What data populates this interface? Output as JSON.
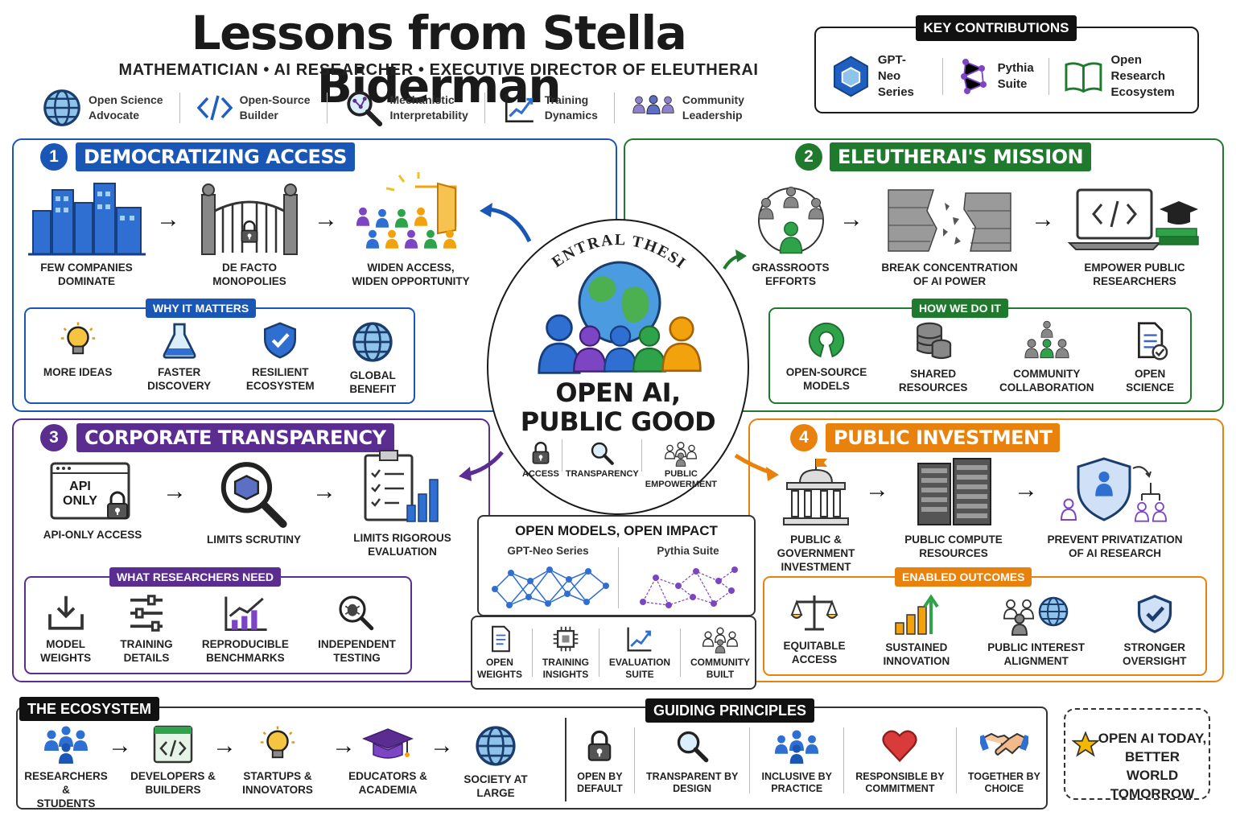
{
  "header": {
    "title": "Lessons from Stella Biderman",
    "subtitle": "MATHEMATICIAN • AI RESEARCHER • EXECUTIVE DIRECTOR OF ELEUTHERAI",
    "roles": [
      {
        "l1": "Open Science",
        "l2": "Advocate",
        "icon": "globe-icon"
      },
      {
        "l1": "Open-Source",
        "l2": "Builder",
        "icon": "code-icon"
      },
      {
        "l1": "Mechanistic",
        "l2": "Interpretability",
        "icon": "magnifier-network-icon"
      },
      {
        "l1": "Training",
        "l2": "Dynamics",
        "icon": "line-chart-icon"
      },
      {
        "l1": "Community",
        "l2": "Leadership",
        "icon": "people-icon"
      }
    ]
  },
  "key": {
    "title": "KEY CONTRIBUTIONS",
    "items": [
      {
        "l1": "GPT-Neo",
        "l2": "Series",
        "icon": "hexagon-cube-icon"
      },
      {
        "l1": "Pythia",
        "l2": "Suite",
        "icon": "network-graph-icon"
      },
      {
        "l1": "Open Research",
        "l2": "Ecosystem",
        "icon": "open-book-icon"
      }
    ]
  },
  "colors": {
    "blue": "#1a56b5",
    "green": "#1f7a2e",
    "purple": "#5b2d91",
    "orange": "#e8820c"
  },
  "p1": {
    "num": "1",
    "title": "DEMOCRATIZING ACCESS",
    "flow": [
      {
        "l1": "FEW COMPANIES",
        "l2": "DOMINATE"
      },
      {
        "l1": "DE FACTO",
        "l2": "MONOPOLIES"
      },
      {
        "l1": "WIDEN ACCESS,",
        "l2": "WIDEN OPPORTUNITY"
      }
    ],
    "subtitle": "WHY IT MATTERS",
    "items": [
      {
        "l1": "MORE IDEAS",
        "l2": ""
      },
      {
        "l1": "FASTER",
        "l2": "DISCOVERY"
      },
      {
        "l1": "RESILIENT",
        "l2": "ECOSYSTEM"
      },
      {
        "l1": "GLOBAL",
        "l2": "BENEFIT"
      }
    ]
  },
  "p2": {
    "num": "2",
    "title": "ELEUTHERAI'S MISSION",
    "flow": [
      {
        "l1": "GRASSROOTS",
        "l2": "EFFORTS"
      },
      {
        "l1": "BREAK CONCENTRATION",
        "l2": "OF AI POWER"
      },
      {
        "l1": "EMPOWER PUBLIC",
        "l2": "RESEARCHERS"
      }
    ],
    "subtitle": "HOW WE DO IT",
    "items": [
      {
        "l1": "OPEN-SOURCE",
        "l2": "MODELS"
      },
      {
        "l1": "SHARED",
        "l2": "RESOURCES"
      },
      {
        "l1": "COMMUNITY",
        "l2": "COLLABORATION"
      },
      {
        "l1": "OPEN",
        "l2": "SCIENCE"
      }
    ]
  },
  "p3": {
    "num": "3",
    "title": "CORPORATE TRANSPARENCY",
    "api_l1": "API",
    "api_l2": "ONLY",
    "flow": [
      {
        "l1": "API-ONLY ACCESS",
        "l2": ""
      },
      {
        "l1": "LIMITS SCRUTINY",
        "l2": ""
      },
      {
        "l1": "LIMITS RIGOROUS",
        "l2": "EVALUATION"
      }
    ],
    "subtitle": "WHAT RESEARCHERS NEED",
    "items": [
      {
        "l1": "MODEL",
        "l2": "WEIGHTS"
      },
      {
        "l1": "TRAINING",
        "l2": "DETAILS"
      },
      {
        "l1": "REPRODUCIBLE",
        "l2": "BENCHMARKS"
      },
      {
        "l1": "INDEPENDENT",
        "l2": "TESTING"
      }
    ]
  },
  "p4": {
    "num": "4",
    "title": "PUBLIC INVESTMENT",
    "flow": [
      {
        "l1": "PUBLIC & GOVERNMENT",
        "l2": "INVESTMENT"
      },
      {
        "l1": "PUBLIC COMPUTE",
        "l2": "RESOURCES"
      },
      {
        "l1": "PREVENT PRIVATIZATION",
        "l2": "OF AI RESEARCH"
      }
    ],
    "subtitle": "ENABLED OUTCOMES",
    "items": [
      {
        "l1": "EQUITABLE",
        "l2": "ACCESS"
      },
      {
        "l1": "SUSTAINED",
        "l2": "INNOVATION"
      },
      {
        "l1": "PUBLIC INTEREST",
        "l2": "ALIGNMENT"
      },
      {
        "l1": "STRONGER",
        "l2": "OVERSIGHT"
      }
    ]
  },
  "center": {
    "arc": "CENTRAL THESIS",
    "l1": "OPEN AI,",
    "l2": "PUBLIC GOOD",
    "pillars": [
      {
        "l1": "ACCESS",
        "l2": ""
      },
      {
        "l1": "TRANSPARENCY",
        "l2": ""
      },
      {
        "l1": "PUBLIC",
        "l2": "EMPOWERMENT"
      }
    ]
  },
  "impact": {
    "title": "OPEN MODELS, OPEN IMPACT",
    "left": "GPT-Neo Series",
    "right": "Pythia Suite",
    "items": [
      {
        "l1": "OPEN",
        "l2": "WEIGHTS"
      },
      {
        "l1": "TRAINING",
        "l2": "INSIGHTS"
      },
      {
        "l1": "EVALUATION",
        "l2": "SUITE"
      },
      {
        "l1": "COMMUNITY",
        "l2": "BUILT"
      }
    ]
  },
  "eco": {
    "title": "THE ECOSYSTEM",
    "items": [
      {
        "l1": "RESEARCHERS &",
        "l2": "STUDENTS"
      },
      {
        "l1": "DEVELOPERS &",
        "l2": "BUILDERS"
      },
      {
        "l1": "STARTUPS &",
        "l2": "INNOVATORS"
      },
      {
        "l1": "EDUCATORS &",
        "l2": "ACADEMIA"
      },
      {
        "l1": "SOCIETY AT",
        "l2": "LARGE"
      }
    ]
  },
  "principles": {
    "title": "GUIDING PRINCIPLES",
    "items": [
      {
        "l1": "OPEN BY",
        "l2": "DEFAULT"
      },
      {
        "l1": "TRANSPARENT BY",
        "l2": "DESIGN"
      },
      {
        "l1": "INCLUSIVE BY",
        "l2": "PRACTICE"
      },
      {
        "l1": "RESPONSIBLE BY",
        "l2": "COMMITMENT"
      },
      {
        "l1": "TOGETHER BY",
        "l2": "CHOICE"
      }
    ]
  },
  "closing": {
    "l1": "OPEN AI TODAY,",
    "l2": "BETTER WORLD",
    "l3": "TOMORROW"
  }
}
